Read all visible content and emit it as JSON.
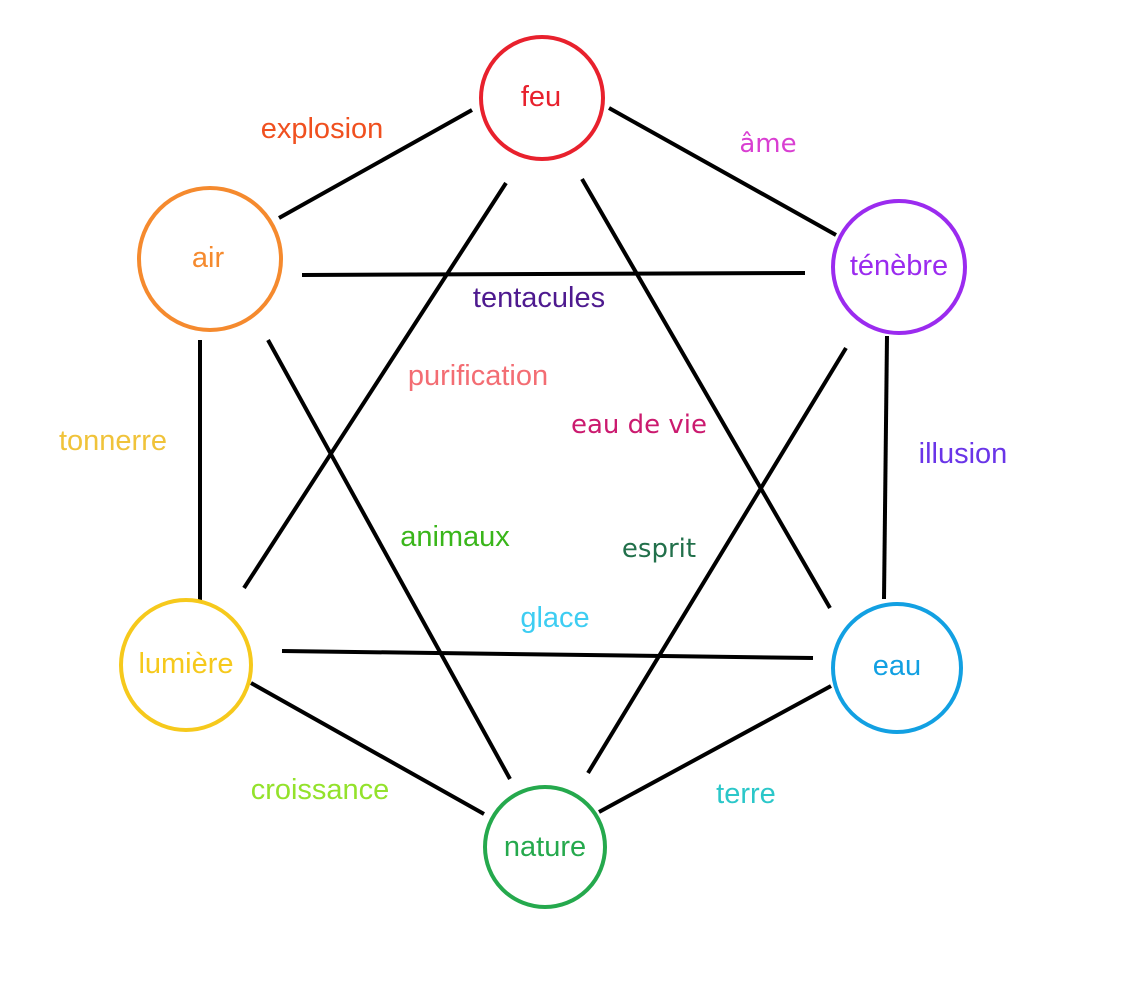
{
  "diagram": {
    "nodes": {
      "feu": {
        "label": "feu",
        "color": "#e8212d"
      },
      "tenebre": {
        "label": "ténèbre",
        "color": "#9b2bef"
      },
      "eau": {
        "label": "eau",
        "color": "#12a0e2"
      },
      "nature": {
        "label": "nature",
        "color": "#25a94d"
      },
      "lumiere": {
        "label": "lumière",
        "color": "#f6c91c"
      },
      "air": {
        "label": "air",
        "color": "#f58a2e"
      }
    },
    "edges": [
      {
        "from": "feu",
        "to": "air",
        "label": "explosion",
        "color": "#f0501f"
      },
      {
        "from": "feu",
        "to": "tenebre",
        "label": "âme",
        "color": "#d93fd2"
      },
      {
        "from": "tenebre",
        "to": "eau",
        "label": "illusion",
        "color": "#6a35e8"
      },
      {
        "from": "air",
        "to": "lumiere",
        "label": "tonnerre",
        "color": "#f0c33a"
      },
      {
        "from": "lumiere",
        "to": "nature",
        "label": "croissance",
        "color": "#93e22b"
      },
      {
        "from": "nature",
        "to": "eau",
        "label": "terre",
        "color": "#2bc7c9"
      },
      {
        "from": "air",
        "to": "tenebre",
        "label": "tentacules",
        "color": "#4e1a8f"
      },
      {
        "from": "feu",
        "to": "lumiere",
        "label": "purification",
        "color": "#f36d73"
      },
      {
        "from": "feu",
        "to": "eau",
        "label": "eau de vie",
        "color": "#cb1a6f"
      },
      {
        "from": "tenebre",
        "to": "nature",
        "label": "esprit",
        "color": "#22704b"
      },
      {
        "from": "air",
        "to": "nature",
        "label": "animaux",
        "color": "#3ab61b"
      },
      {
        "from": "lumiere",
        "to": "eau",
        "label": "glace",
        "color": "#3dcdf2"
      }
    ]
  }
}
